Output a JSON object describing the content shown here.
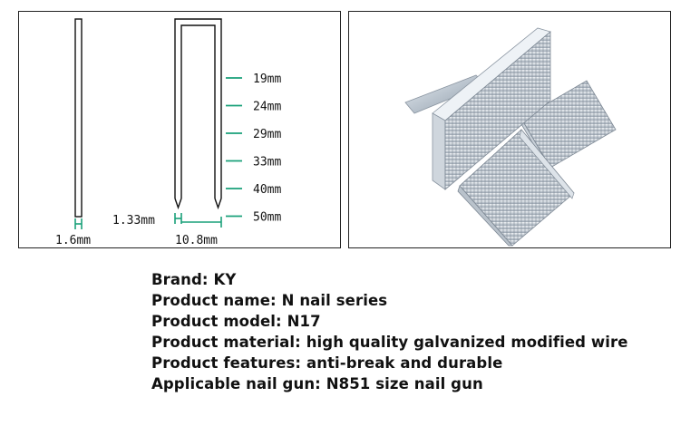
{
  "diagram": {
    "wire_thickness": "1.6mm",
    "wire_width": "1.33mm",
    "crown_width": "10.8mm",
    "lengths": [
      "19mm",
      "24mm",
      "29mm",
      "33mm",
      "40mm",
      "50mm"
    ],
    "accent_color": "#1aa07a"
  },
  "specs": [
    {
      "label": "Brand:",
      "value": "KY"
    },
    {
      "label": "Product name:",
      "value": "N nail series"
    },
    {
      "label": "Product model:",
      "value": "N17"
    },
    {
      "label": "Product material:",
      "value": "high quality galvanized modified wire"
    },
    {
      "label": "Product features:",
      "value": "anti-break and durable"
    },
    {
      "label": "Applicable nail gun:",
      "value": "N851 size nail gun"
    }
  ]
}
